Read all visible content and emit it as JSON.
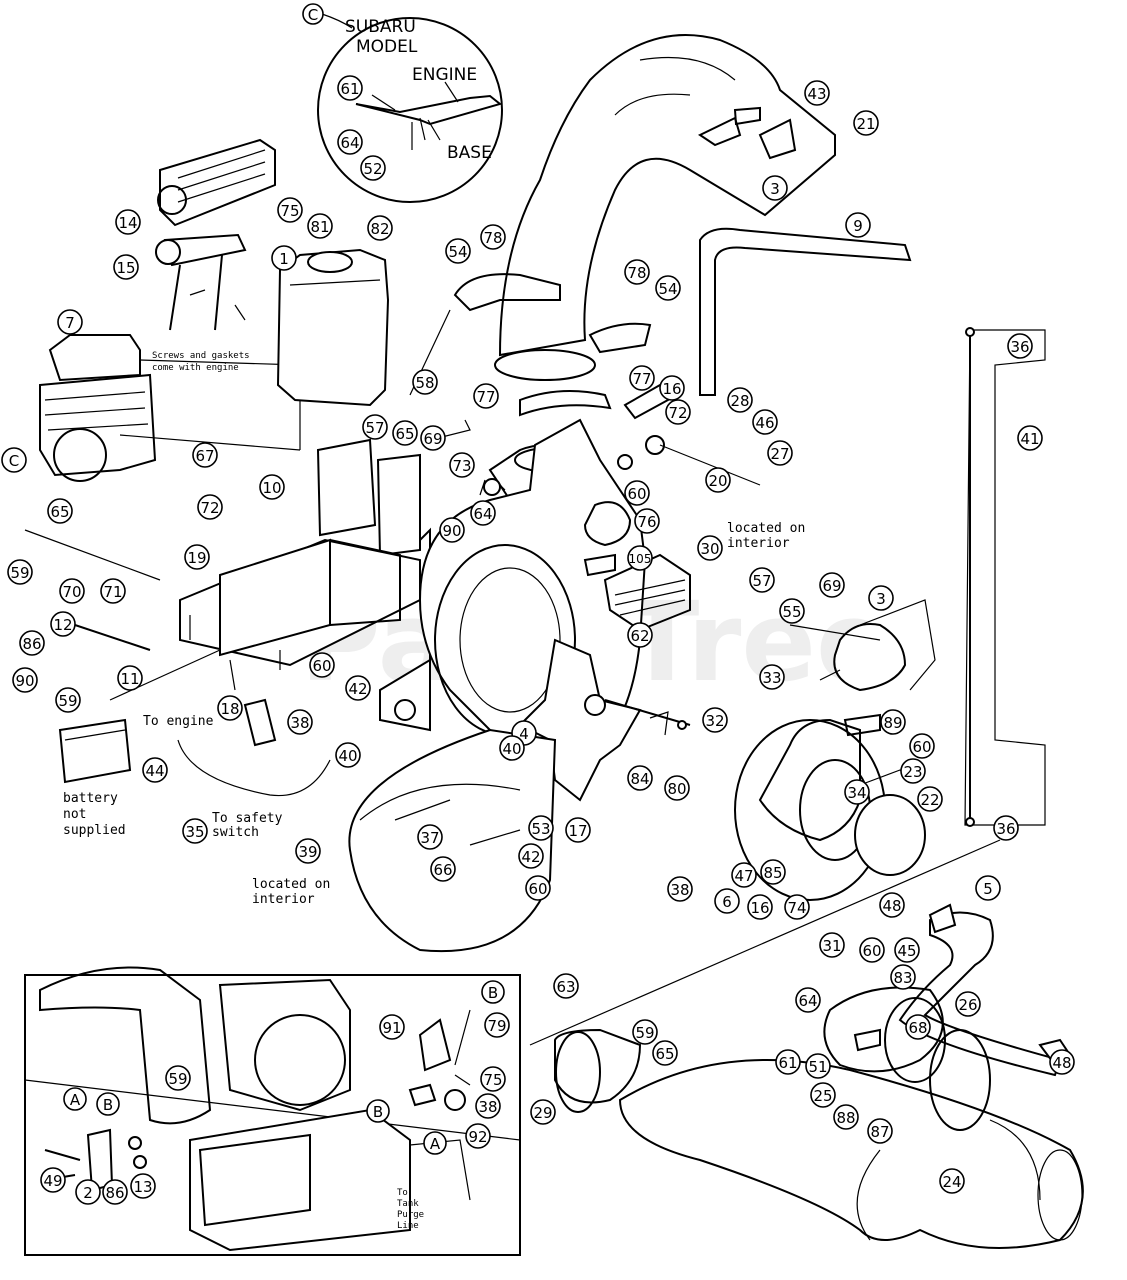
{
  "watermark": "PartsTree",
  "inset_c": {
    "letter": "C",
    "title_line1": "SUBARU",
    "title_line2": "MODEL",
    "engine_label": "ENGINE",
    "base_label": "BASE",
    "callouts": [
      "61",
      "64",
      "52"
    ]
  },
  "notes": {
    "screws_line1": "Screws and gaskets",
    "screws_line2": "come with engine",
    "located_interior_top_line1": "located on",
    "located_interior_top_line2": "interior",
    "located_interior_bottom_line1": "located on",
    "located_interior_bottom_line2": "interior",
    "battery_line1": "battery",
    "battery_line2": "not",
    "battery_line3": "supplied",
    "to_engine": "To engine",
    "safety_line1": "To safety",
    "safety_line2": "switch",
    "tank_line1": "To",
    "tank_line2": "Tank",
    "tank_line3": "Purge",
    "tank_line4": "Line"
  },
  "callouts": {
    "c_engine": "C",
    "p1": "1",
    "p81": "81",
    "p82": "82",
    "p7": "7",
    "p14": "14",
    "p15": "15",
    "p75a": "75",
    "p67": "67",
    "p10": "10",
    "p57a": "57",
    "p65a": "65",
    "p69a": "69",
    "p58": "58",
    "p65b": "65",
    "p59a": "59",
    "p70": "70",
    "p71": "71",
    "p72a": "72",
    "p19": "19",
    "p12": "12",
    "p11": "11",
    "p86a": "86",
    "p90a": "90",
    "p59b": "59",
    "p60a": "60",
    "p42a": "42",
    "p38a": "38",
    "p40a": "40",
    "p18": "18",
    "p44": "44",
    "p35": "35",
    "p21": "21",
    "p43": "43",
    "p3a": "3",
    "p9": "9",
    "p54a": "54",
    "p78a": "78",
    "p78b": "78",
    "p54b": "54",
    "p77a": "77",
    "p77b": "77",
    "p16a": "16",
    "p72b": "72",
    "p28": "28",
    "p46": "46",
    "p27": "27",
    "p20": "20",
    "p73": "73",
    "p60b": "60",
    "p76": "76",
    "p64": "64",
    "p90b": "90",
    "p30": "30",
    "p105": "105",
    "p57b": "57",
    "p62": "62",
    "p4": "4",
    "p40b": "40",
    "p84": "84",
    "p80": "80",
    "p32": "32",
    "p17": "17",
    "p36a": "36",
    "p41": "41",
    "p36b": "36",
    "p55": "55",
    "p69b": "69",
    "p3b": "3",
    "p33": "33",
    "p89": "89",
    "p60c": "60",
    "p23": "23",
    "p34": "34",
    "p22": "22",
    "p38b": "38",
    "p6": "6",
    "p47": "47",
    "p85": "85",
    "p16b": "16",
    "p74": "74",
    "p37": "37",
    "p53": "53",
    "p66": "66",
    "p42b": "42",
    "p60d": "60",
    "p39": "39",
    "p5": "5",
    "p48a": "48",
    "p31": "31",
    "p60e": "60",
    "p45": "45",
    "p83": "83",
    "p64b": "64",
    "p68": "68",
    "p61": "61",
    "p51": "51",
    "p26": "26",
    "p48b": "48",
    "p25": "25",
    "p88": "88",
    "p87": "87",
    "p24": "24",
    "p63": "63",
    "p59c": "59",
    "p65c": "65",
    "p29": "29"
  },
  "inset_bottom": {
    "callouts": {
      "A1": "A",
      "B1": "B",
      "p59": "59",
      "B2": "B",
      "p91": "91",
      "p79": "79",
      "p75": "75",
      "p38": "38",
      "p92": "92",
      "B3": "B",
      "A2": "A",
      "p49": "49",
      "p2": "2",
      "p86": "86",
      "p13": "13"
    }
  }
}
